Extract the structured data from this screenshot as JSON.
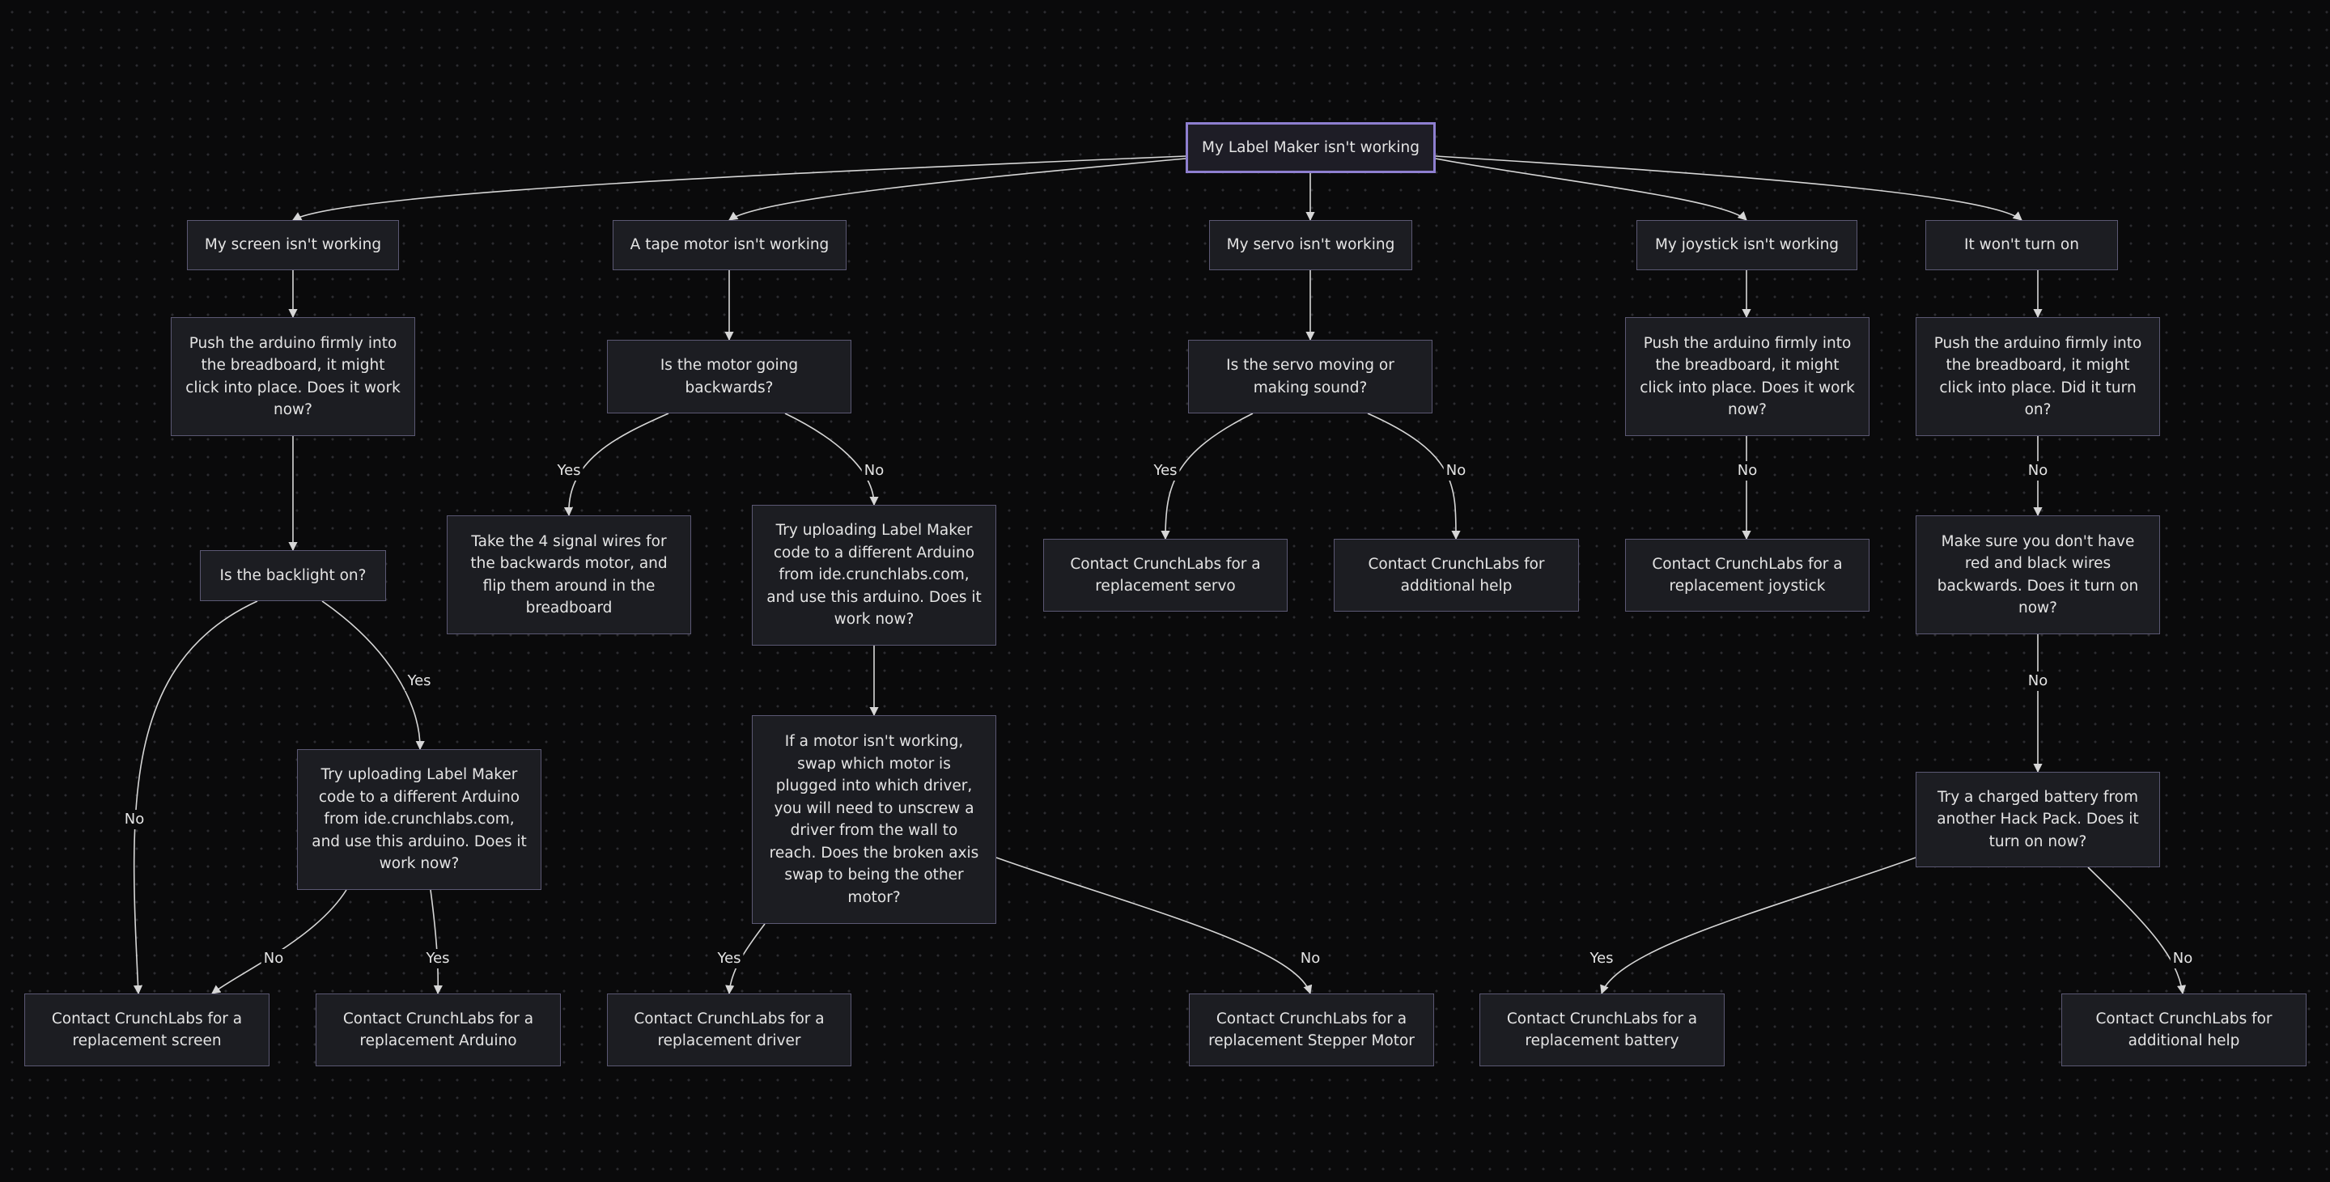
{
  "root": "My Label Maker isn't working",
  "screen": {
    "title": "My screen isn't working",
    "push": "Push the arduino firmly into the breadboard, it might click into place. Does it work now?",
    "backlight": "Is the backlight on?",
    "upload": "Try uploading Label Maker code to a different Arduino from ide.crunchlabs.com, and use this arduino. Does it work now?",
    "contact_screen": "Contact CrunchLabs for a replacement screen",
    "contact_arduino": "Contact CrunchLabs for a replacement Arduino"
  },
  "tape": {
    "title": "A tape motor isn't working",
    "backwards": "Is the motor going backwards?",
    "swap_wires": "Take the 4 signal wires for the backwards motor, and flip them around in the breadboard",
    "upload": "Try uploading Label Maker code to a different Arduino from ide.crunchlabs.com, and use this arduino. Does it work now?",
    "swap_motor": "If a motor isn't working, swap which motor is plugged into which driver, you will need to unscrew a driver from the wall to reach. Does the broken axis swap to being the other motor?",
    "contact_driver": "Contact CrunchLabs for a replacement driver",
    "contact_stepper": "Contact CrunchLabs for a replacement Stepper Motor"
  },
  "servo": {
    "title": "My servo isn't working",
    "moving": "Is the servo moving or making sound?",
    "contact_servo": "Contact CrunchLabs for a replacement servo",
    "contact_help": "Contact CrunchLabs for additional help"
  },
  "joystick": {
    "title": "My joystick isn't working",
    "push": "Push the arduino firmly into the breadboard, it might click into place. Does it work now?",
    "contact_joystick": "Contact CrunchLabs for a replacement joystick"
  },
  "power": {
    "title": "It won't turn on",
    "push": "Push the arduino firmly into the breadboard, it might click into place. Did it turn on?",
    "wires": "Make sure you don't have red and black wires backwards. Does it turn on now?",
    "battery": "Try a charged battery from another Hack Pack. Does it turn on now?",
    "contact_battery": "Contact CrunchLabs for a replacement battery",
    "contact_help": "Contact CrunchLabs for additional help"
  },
  "labels": {
    "yes": "Yes",
    "no": "No"
  }
}
